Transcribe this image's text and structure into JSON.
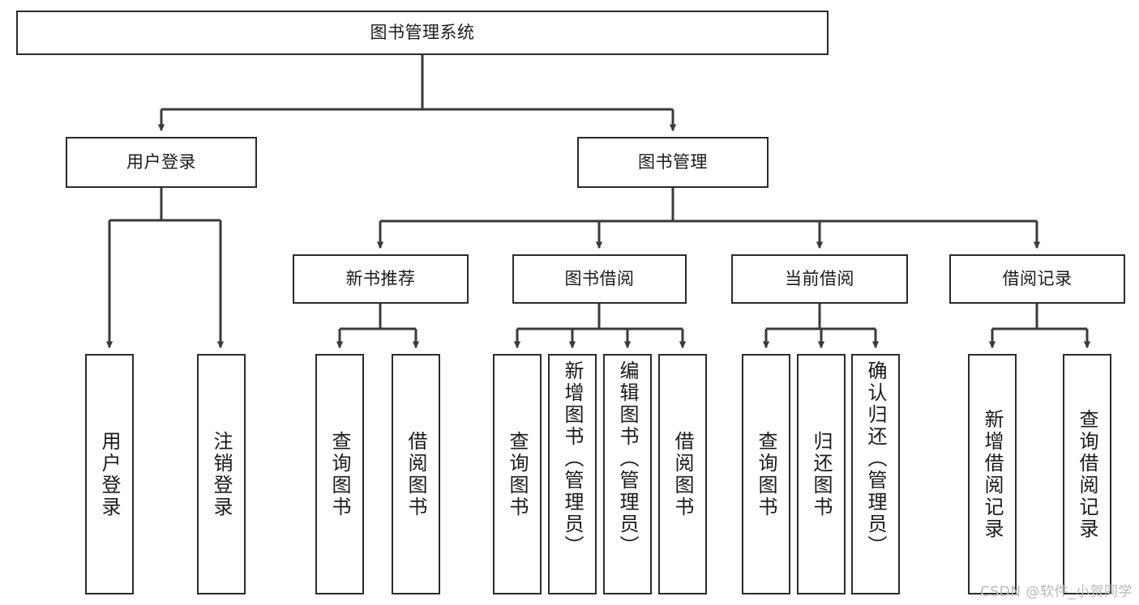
{
  "diagram": {
    "title": "图书管理系统",
    "type": "tree",
    "orientation": "top-down",
    "colors": {
      "box_stroke": "#2b2b2b",
      "box_fill": "#ffffff",
      "edge": "#3a3a3a",
      "text": "#1a1a1a",
      "watermark": "#b8b8b8",
      "background": "#ffffff"
    },
    "root": {
      "id": "root",
      "label": "图书管理系统"
    },
    "level2": [
      {
        "id": "user-login",
        "label": "用户登录"
      },
      {
        "id": "book-manage",
        "label": "图书管理"
      }
    ],
    "level3": [
      {
        "id": "new-book-recommend",
        "label": "新书推荐",
        "parent": "book-manage"
      },
      {
        "id": "book-borrow",
        "label": "图书借阅",
        "parent": "book-manage"
      },
      {
        "id": "current-borrow",
        "label": "当前借阅",
        "parent": "book-manage"
      },
      {
        "id": "borrow-record",
        "label": "借阅记录",
        "parent": "book-manage"
      }
    ],
    "leaves": {
      "user_login": [
        {
          "id": "leaf-user-login",
          "label": "用户登录"
        },
        {
          "id": "leaf-user-logout",
          "label": "注销登录"
        }
      ],
      "new_book_recommend": [
        {
          "id": "leaf-query-book-1",
          "label": "查询图书"
        },
        {
          "id": "leaf-borrow-book-1",
          "label": "借阅图书"
        }
      ],
      "book_borrow": [
        {
          "id": "leaf-query-book-2",
          "label": "查询图书"
        },
        {
          "id": "leaf-add-book",
          "label": "新增图书（管理员）"
        },
        {
          "id": "leaf-edit-book",
          "label": "编辑图书（管理员）"
        },
        {
          "id": "leaf-borrow-book-2",
          "label": "借阅图书"
        }
      ],
      "current_borrow": [
        {
          "id": "leaf-query-book-3",
          "label": "查询图书"
        },
        {
          "id": "leaf-return-book",
          "label": "归还图书"
        },
        {
          "id": "leaf-confirm-return",
          "label": "确认归还（管理员）"
        }
      ],
      "borrow_record": [
        {
          "id": "leaf-add-record",
          "label": "新增借阅记录"
        },
        {
          "id": "leaf-query-record",
          "label": "查询借阅记录"
        }
      ]
    }
  },
  "watermark": {
    "text": "CSDN @软件_小贺同学"
  }
}
